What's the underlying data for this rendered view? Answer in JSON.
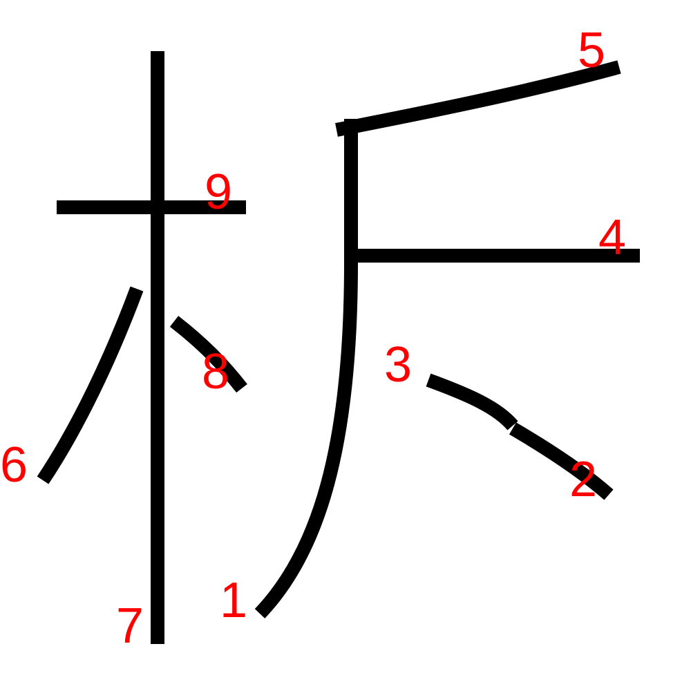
{
  "diagram": {
    "strokes": [
      {
        "id": "1",
        "label": "1"
      },
      {
        "id": "2",
        "label": "2"
      },
      {
        "id": "3",
        "label": "3"
      },
      {
        "id": "4",
        "label": "4"
      },
      {
        "id": "5",
        "label": "5"
      },
      {
        "id": "6",
        "label": "6"
      },
      {
        "id": "7",
        "label": "7"
      },
      {
        "id": "8",
        "label": "8"
      },
      {
        "id": "9",
        "label": "9"
      }
    ],
    "colors": {
      "stroke": "#000000",
      "label": "#ff0000",
      "background": "#ffffff"
    }
  }
}
